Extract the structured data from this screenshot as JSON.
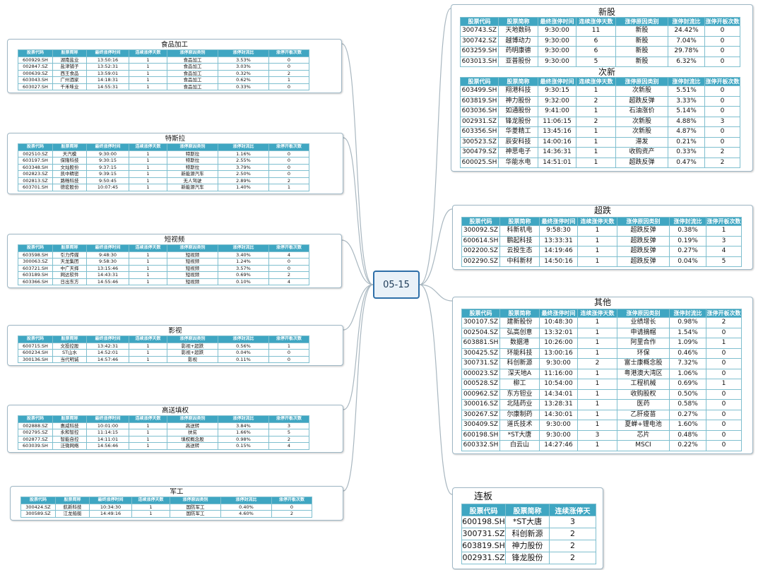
{
  "center": {
    "label": "05-15"
  },
  "headers": [
    "股票代码",
    "股票简称",
    "最终涨停时间",
    "连续涨停天数",
    "涨停原因类别",
    "涨停封流比",
    "涨停开板次数"
  ],
  "lianban_headers": [
    "股票代码",
    "股票简称",
    "连续涨停天"
  ],
  "groups": {
    "shipin": {
      "title": "食品加工",
      "rows": [
        [
          "600929.SH",
          "湖南盐业",
          "13:50:16",
          "1",
          "食品加工",
          "3.53%",
          "0"
        ],
        [
          "002847.SZ",
          "盐津铺子",
          "13:52:31",
          "1",
          "食品加工",
          "3.03%",
          "0"
        ],
        [
          "000639.SZ",
          "西王食品",
          "13:59:01",
          "1",
          "食品加工",
          "0.32%",
          "2"
        ],
        [
          "603043.SH",
          "广州酒家",
          "14:18:31",
          "1",
          "食品加工",
          "0.62%",
          "1"
        ],
        [
          "603027.SH",
          "千禾味业",
          "14:55:31",
          "1",
          "食品加工",
          "0.33%",
          "0"
        ]
      ]
    },
    "tesila": {
      "title": "特斯拉",
      "rows": [
        [
          "002510.SZ",
          "天汽模",
          "9:30:00",
          "1",
          "特斯拉",
          "1.16%",
          "0"
        ],
        [
          "603197.SH",
          "保隆科技",
          "9:30:15",
          "1",
          "特斯拉",
          "2.55%",
          "0"
        ],
        [
          "603348.SH",
          "文灿股份",
          "9:37:15",
          "1",
          "特斯拉",
          "3.79%",
          "0"
        ],
        [
          "002823.SZ",
          "凯中精密",
          "9:39:15",
          "1",
          "新能源汽车",
          "2.50%",
          "0"
        ],
        [
          "002813.SZ",
          "路畅科技",
          "9:50:45",
          "1",
          "无人驾驶",
          "2.89%",
          "2"
        ],
        [
          "603701.SH",
          "德宏股份",
          "10:07:45",
          "1",
          "新能源汽车",
          "1.40%",
          "1"
        ]
      ]
    },
    "duanshipin": {
      "title": "短视频",
      "rows": [
        [
          "603598.SH",
          "引力传媒",
          "9:48:30",
          "1",
          "短视频",
          "3.40%",
          "4"
        ],
        [
          "300063.SZ",
          "天龙集团",
          "9:58:30",
          "1",
          "短视频",
          "1.24%",
          "0"
        ],
        [
          "603721.SH",
          "中广天择",
          "13:15:46",
          "1",
          "短视频",
          "3.57%",
          "0"
        ],
        [
          "603189.SH",
          "网达软件",
          "14:43:31",
          "1",
          "短视频",
          "0.69%",
          "2"
        ],
        [
          "603366.SH",
          "日出东方",
          "14:55:46",
          "1",
          "短视频",
          "0.10%",
          "4"
        ]
      ]
    },
    "yingshi": {
      "title": "影视",
      "rows": [
        [
          "600715.SH",
          "文投控股",
          "13:42:31",
          "1",
          "影视+超跌",
          "0.56%",
          "1"
        ],
        [
          "600234.SH",
          "ST山水",
          "14:52:01",
          "1",
          "影视+超跌",
          "0.04%",
          "0"
        ],
        [
          "300136.SH",
          "当代明诚",
          "14:57:46",
          "1",
          "影视",
          "0.11%",
          "0"
        ]
      ]
    },
    "gaosong": {
      "title": "高送填权",
      "rows": [
        [
          "002888.SZ",
          "惠威科技",
          "10:01:00",
          "1",
          "高送转",
          "3.84%",
          "3"
        ],
        [
          "002795.SZ",
          "永和智控",
          "11:14:15",
          "1",
          "扶贫",
          "1.66%",
          "5"
        ],
        [
          "002877.SZ",
          "智能自控",
          "14:11:01",
          "1",
          "填权概念股",
          "0.98%",
          "2"
        ],
        [
          "603039.SH",
          "泛微网络",
          "14:56:46",
          "1",
          "高送转",
          "0.15%",
          "4"
        ]
      ]
    },
    "jungong": {
      "title": "军工",
      "rows": [
        [
          "300424.SZ",
          "航新科技",
          "10:34:30",
          "1",
          "国防军工",
          "0.40%",
          "0"
        ],
        [
          "300589.SZ",
          "江龙船艇",
          "14:49:16",
          "1",
          "国防军工",
          "4.60%",
          "2"
        ]
      ]
    },
    "xingu": {
      "title": "新股",
      "rows": [
        [
          "300743.SZ",
          "天地数码",
          "9:30:00",
          "11",
          "新股",
          "24.42%",
          "0"
        ],
        [
          "300742.SZ",
          "越博动力",
          "9:30:00",
          "6",
          "新股",
          "7.04%",
          "0"
        ],
        [
          "603259.SH",
          "药明康德",
          "9:30:00",
          "6",
          "新股",
          "29.78%",
          "0"
        ],
        [
          "603013.SH",
          "亚普股份",
          "9:30:00",
          "5",
          "新股",
          "6.32%",
          "0"
        ]
      ]
    },
    "cixin": {
      "title": "次新",
      "rows": [
        [
          "603499.SH",
          "翔港科技",
          "9:30:15",
          "1",
          "次新股",
          "5.51%",
          "0"
        ],
        [
          "603819.SH",
          "神力股份",
          "9:32:00",
          "2",
          "超跌反弹",
          "3.33%",
          "0"
        ],
        [
          "603036.SH",
          "如通股份",
          "9:41:00",
          "1",
          "石油涨价",
          "5.14%",
          "0"
        ],
        [
          "002931.SZ",
          "锋龙股份",
          "11:06:15",
          "2",
          "次新股",
          "4.88%",
          "3"
        ],
        [
          "603356.SH",
          "华菱精工",
          "13:45:16",
          "1",
          "次新股",
          "4.87%",
          "0"
        ],
        [
          "300523.SZ",
          "辰安科技",
          "14:00:16",
          "1",
          "滞发",
          "0.21%",
          "0"
        ],
        [
          "300479.SZ",
          "神思电子",
          "14:36:31",
          "1",
          "收购资产",
          "0.33%",
          "2"
        ],
        [
          "600025.SH",
          "华能水电",
          "14:51:01",
          "1",
          "超跌反弹",
          "0.47%",
          "2"
        ]
      ]
    },
    "chaodie": {
      "title": "超跌",
      "rows": [
        [
          "300092.SZ",
          "科新机电",
          "9:58:30",
          "1",
          "超跌反弹",
          "0.38%",
          "1"
        ],
        [
          "600614.SH",
          "鹏起科技",
          "13:33:31",
          "1",
          "超跌反弹",
          "0.19%",
          "3"
        ],
        [
          "002200.SZ",
          "云投生态",
          "14:19:46",
          "1",
          "超跌反弹",
          "0.27%",
          "4"
        ],
        [
          "002290.SZ",
          "中科新材",
          "14:50:16",
          "1",
          "超跌反弹",
          "0.04%",
          "5"
        ]
      ]
    },
    "qita": {
      "title": "其他",
      "rows": [
        [
          "300107.SZ",
          "建新股份",
          "10:48:30",
          "1",
          "业绩增长",
          "0.98%",
          "2"
        ],
        [
          "002504.SZ",
          "弘高创意",
          "13:32:01",
          "1",
          "申请摘帽",
          "1.54%",
          "0"
        ],
        [
          "603881.SH",
          "数据港",
          "10:26:00",
          "1",
          "阿里合作",
          "1.09%",
          "1"
        ],
        [
          "300425.SZ",
          "环能科技",
          "13:00:16",
          "1",
          "环保",
          "0.46%",
          "0"
        ],
        [
          "300731.SZ",
          "科创新源",
          "9:30:00",
          "2",
          "富士康概念股",
          "7.32%",
          "0"
        ],
        [
          "000023.SZ",
          "深天地A",
          "11:16:00",
          "1",
          "粤港澳大湾区",
          "1.06%",
          "0"
        ],
        [
          "000528.SZ",
          "柳工",
          "10:54:00",
          "1",
          "工程机械",
          "0.69%",
          "1"
        ],
        [
          "000962.SZ",
          "东方钽业",
          "14:34:01",
          "1",
          "收购股权",
          "0.50%",
          "0"
        ],
        [
          "300016.SZ",
          "北陆药业",
          "13:28:31",
          "1",
          "医药",
          "0.58%",
          "0"
        ],
        [
          "300267.SZ",
          "尔康制药",
          "14:30:01",
          "1",
          "乙肝疫苗",
          "0.27%",
          "0"
        ],
        [
          "300409.SZ",
          "道氏技术",
          "9:30:00",
          "1",
          "夏蝉+锂电池",
          "1.60%",
          "0"
        ],
        [
          "600198.SH",
          "*ST大唐",
          "9:30:00",
          "3",
          "芯片",
          "0.48%",
          "0"
        ],
        [
          "600332.SH",
          "白云山",
          "14:27:46",
          "1",
          "MSCI",
          "0.22%",
          "0"
        ]
      ]
    }
  },
  "lianban": {
    "title": "连板",
    "rows": [
      [
        "600198.SH",
        "*ST大唐",
        "3"
      ],
      [
        "300731.SZ",
        "科创新源",
        "2"
      ],
      [
        "603819.SH",
        "神力股份",
        "2"
      ],
      [
        "002931.SZ",
        "锋龙股份",
        "2"
      ]
    ]
  }
}
